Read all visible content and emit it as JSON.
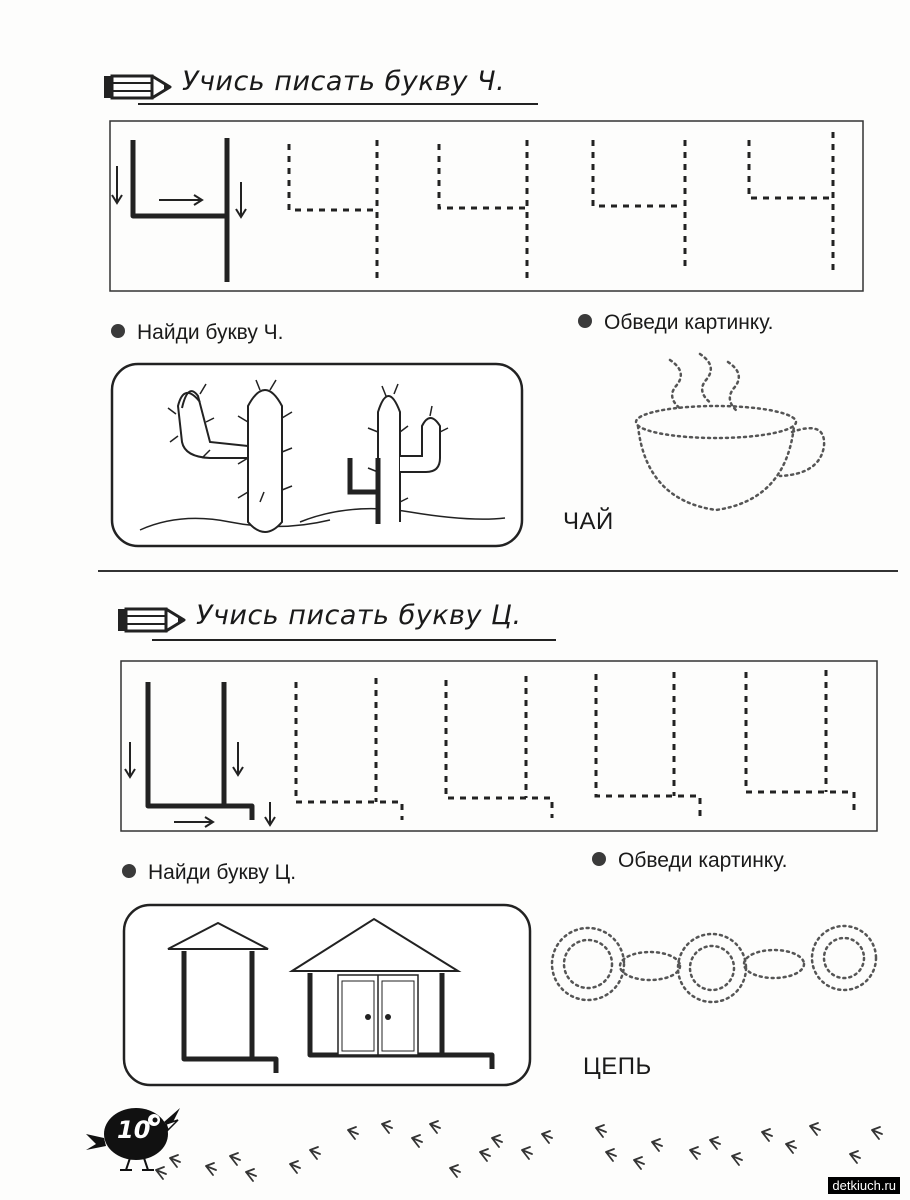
{
  "section1": {
    "heading": "Учись писать букву Ч.",
    "find_task": "Найди букву Ч.",
    "trace_task": "Обведи картинку.",
    "word": "ЧАЙ"
  },
  "section2": {
    "heading": "Учись писать букву Ц.",
    "find_task": "Найди букву Ц.",
    "trace_task": "Обведи картинку.",
    "word": "ЦЕПЬ"
  },
  "page_number": "10",
  "watermark": "detkiuch.ru"
}
